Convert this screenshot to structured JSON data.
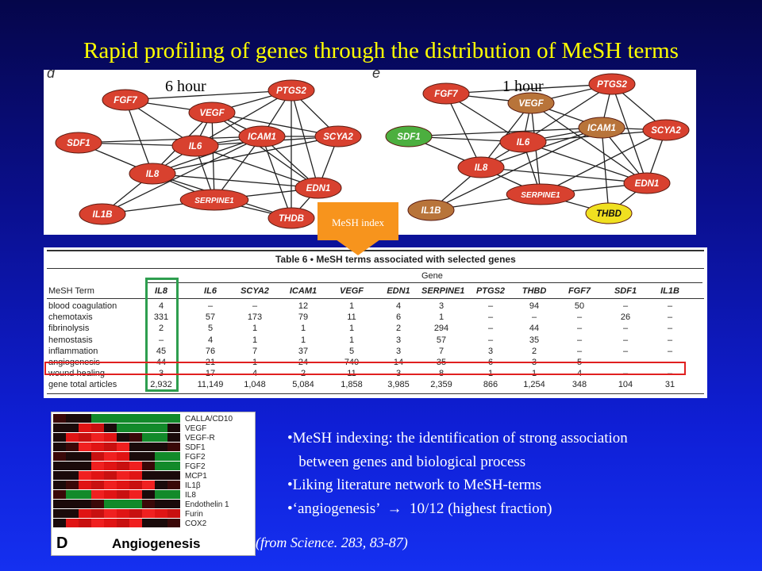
{
  "title": "Rapid profiling of  genes through the distribution of MeSH terms",
  "networks": {
    "left": {
      "panel_letter": "d",
      "label": "6 hour",
      "nodes": [
        {
          "id": "FGF7",
          "color": "#d8412f"
        },
        {
          "id": "VEGF",
          "color": "#d8412f"
        },
        {
          "id": "PTGS2",
          "color": "#d8412f"
        },
        {
          "id": "SDF1",
          "color": "#d8412f"
        },
        {
          "id": "IL6",
          "color": "#d8412f"
        },
        {
          "id": "ICAM1",
          "color": "#d8412f"
        },
        {
          "id": "SCYA2",
          "color": "#d8412f"
        },
        {
          "id": "IL8",
          "color": "#d8412f"
        },
        {
          "id": "SERPINE1",
          "color": "#d8412f"
        },
        {
          "id": "EDN1",
          "color": "#d8412f"
        },
        {
          "id": "IL1B",
          "color": "#d8412f"
        },
        {
          "id": "THDB",
          "color": "#d8412f"
        }
      ]
    },
    "right": {
      "panel_letter": "e",
      "label": "1 hour",
      "nodes": [
        {
          "id": "FGF7",
          "color": "#d8412f"
        },
        {
          "id": "VEGF",
          "color": "#b8743a"
        },
        {
          "id": "PTGS2",
          "color": "#d8412f"
        },
        {
          "id": "SDF1",
          "color": "#4caf3f"
        },
        {
          "id": "ICAM1",
          "color": "#b8743a"
        },
        {
          "id": "SCYA2",
          "color": "#d8412f"
        },
        {
          "id": "IL6",
          "color": "#d8412f"
        },
        {
          "id": "IL8",
          "color": "#d8412f"
        },
        {
          "id": "SERPINE1",
          "color": "#d8412f"
        },
        {
          "id": "EDN1",
          "color": "#d8412f"
        },
        {
          "id": "IL1B",
          "color": "#b8743a"
        },
        {
          "id": "THBD",
          "color": "#f0e020"
        }
      ]
    }
  },
  "mesh_badge": "MeSH index",
  "table": {
    "caption": "Table 6 • MeSH terms associated with selected genes",
    "gene_header": "Gene",
    "term_header": "MeSH Term",
    "genes": [
      "IL8",
      "IL6",
      "SCYA2",
      "ICAM1",
      "VEGF",
      "EDN1",
      "SERPINE1",
      "PTGS2",
      "THBD",
      "FGF7",
      "SDF1",
      "IL1B"
    ],
    "rows": [
      {
        "term": "blood coagulation",
        "values": [
          "4",
          "–",
          "–",
          "12",
          "1",
          "4",
          "3",
          "–",
          "94",
          "50",
          "–",
          "–"
        ]
      },
      {
        "term": "chemotaxis",
        "values": [
          "331",
          "57",
          "173",
          "79",
          "11",
          "6",
          "1",
          "–",
          "–",
          "–",
          "26",
          "–"
        ]
      },
      {
        "term": "fibrinolysis",
        "values": [
          "2",
          "5",
          "1",
          "1",
          "1",
          "2",
          "294",
          "–",
          "44",
          "–",
          "–",
          "–"
        ]
      },
      {
        "term": "hemostasis",
        "values": [
          "–",
          "4",
          "1",
          "1",
          "1",
          "3",
          "57",
          "–",
          "35",
          "–",
          "–",
          "–"
        ]
      },
      {
        "term": "inflammation",
        "values": [
          "45",
          "76",
          "7",
          "37",
          "5",
          "3",
          "7",
          "3",
          "2",
          "–",
          "–",
          "–"
        ]
      },
      {
        "term": "angiogenesis",
        "values": [
          "44",
          "21",
          "1",
          "24",
          "740",
          "14",
          "35",
          "6",
          "3",
          "5",
          "–",
          "–"
        ]
      },
      {
        "term": "wound healing",
        "values": [
          "3",
          "17",
          "4",
          "2",
          "11",
          "3",
          "8",
          "1",
          "1",
          "4",
          "–",
          "–"
        ]
      },
      {
        "term": "gene total articles",
        "values": [
          "2,932",
          "11,149",
          "1,048",
          "5,084",
          "1,858",
          "3,985",
          "2,359",
          "866",
          "1,254",
          "348",
          "104",
          "31"
        ]
      }
    ]
  },
  "heatmap": {
    "letter": "D",
    "name": "Angiogenesis",
    "labels": [
      "CALLA/CD10",
      "VEGF",
      "VEGF-R",
      "SDF1",
      "FGF2",
      "FGF2",
      "MCP1",
      "IL1β",
      "IL8",
      "Endothelin 1",
      "Furin",
      "COX2"
    ],
    "colors": {
      "red": "#e01414",
      "dark": "#1a0a0a",
      "green": "#128a2a"
    }
  },
  "bullets": [
    "•MeSH indexing: the identification of strong association",
    "   between genes and biological process",
    "•Liking literature network to MeSH-terms",
    "•‘angiogenesis’  →  10/12 (highest fraction)"
  ],
  "citation": "(from Science. 283, 83-87)"
}
